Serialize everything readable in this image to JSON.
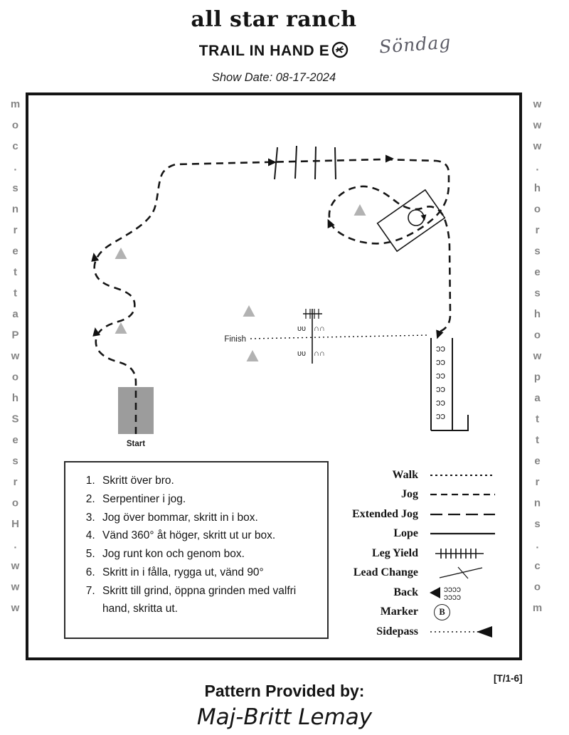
{
  "header": {
    "ranch_name": "all star ranch",
    "class_title": "TRAIL IN HAND E",
    "handwritten_note": "Söndag",
    "show_date": "Show Date: 08-17-2024"
  },
  "watermark": {
    "url_text": "www.HorseShowPatterns.com",
    "url_text_right": "www.horseshowpatterns.com"
  },
  "diagram": {
    "start_label": "Start",
    "finish_label": "Finish",
    "pen_loop_glyph": "ɔɔ",
    "obstacle_glyph_left": "υυ",
    "obstacle_glyph_right": "∩∩"
  },
  "instructions": [
    "Skritt över bro.",
    "Serpentiner i jog.",
    "Jog över bommar, skritt in i box.",
    "Vänd 360° åt höger, skritt ut ur box.",
    "Jog runt kon och genom box.",
    "Skritt in i fålla, rygga ut, vänd 90°",
    "Skritt till grind, öppna grinden med valfri hand, skritta ut."
  ],
  "legend": {
    "marker_letter": "B",
    "back_loops": "ɔɔɔɔ",
    "items": [
      {
        "label": "Walk"
      },
      {
        "label": "Jog"
      },
      {
        "label": "Extended Jog"
      },
      {
        "label": "Lope"
      },
      {
        "label": "Leg Yield"
      },
      {
        "label": "Lead Change"
      },
      {
        "label": "Back"
      },
      {
        "label": "Marker"
      },
      {
        "label": "Sidepass"
      }
    ]
  },
  "footer": {
    "sheet_ref": "[T/1-6]",
    "provided_by": "Pattern Provided by:",
    "provider": "Maj-Britt Lemay"
  }
}
